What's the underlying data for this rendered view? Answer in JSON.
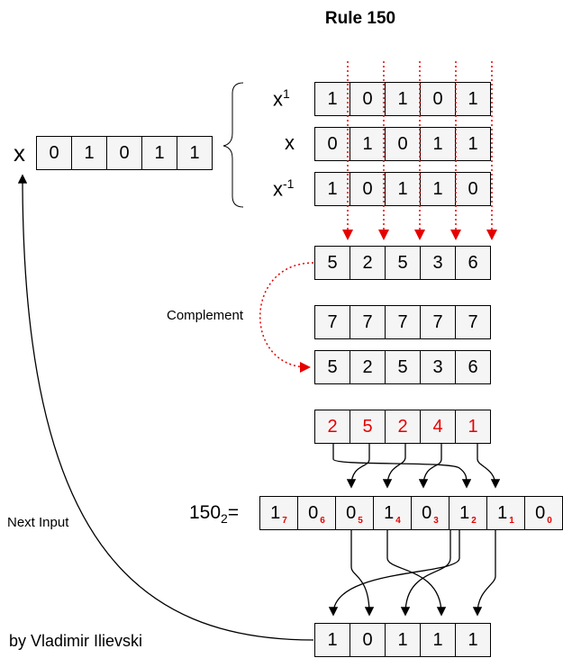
{
  "title": "Rule 150",
  "x_label": "x",
  "input_bits": [
    "0",
    "1",
    "0",
    "1",
    "1"
  ],
  "shift_labels": {
    "x1_base": "x",
    "x1_exp": "1",
    "x0": "x",
    "xm1_base": "x",
    "xm1_exp": "-1"
  },
  "shift_rows": [
    [
      "1",
      "0",
      "1",
      "0",
      "1"
    ],
    [
      "0",
      "1",
      "0",
      "1",
      "1"
    ],
    [
      "1",
      "0",
      "1",
      "1",
      "0"
    ]
  ],
  "sum_row": [
    "5",
    "2",
    "5",
    "3",
    "6"
  ],
  "complement_label": "Complement",
  "sevens_row": [
    "7",
    "7",
    "7",
    "7",
    "7"
  ],
  "complement_result_row": [
    "5",
    "2",
    "5",
    "3",
    "6"
  ],
  "index_row": [
    "2",
    "5",
    "2",
    "4",
    "1"
  ],
  "rule_label_main": "150",
  "rule_label_sub": "2",
  "rule_label_eq": "=",
  "rule_bits": [
    {
      "bit": "1",
      "idx": "7"
    },
    {
      "bit": "0",
      "idx": "6"
    },
    {
      "bit": "0",
      "idx": "5"
    },
    {
      "bit": "1",
      "idx": "4"
    },
    {
      "bit": "0",
      "idx": "3"
    },
    {
      "bit": "1",
      "idx": "2"
    },
    {
      "bit": "1",
      "idx": "1"
    },
    {
      "bit": "0",
      "idx": "0"
    }
  ],
  "next_input_label": "Next Input",
  "output_bits": [
    "1",
    "0",
    "1",
    "1",
    "1"
  ],
  "author": "by Vladimir Ilievski",
  "colors": {
    "cell_bg": "#f5f5f5",
    "accent_red": "#e60000",
    "line": "#000000"
  }
}
